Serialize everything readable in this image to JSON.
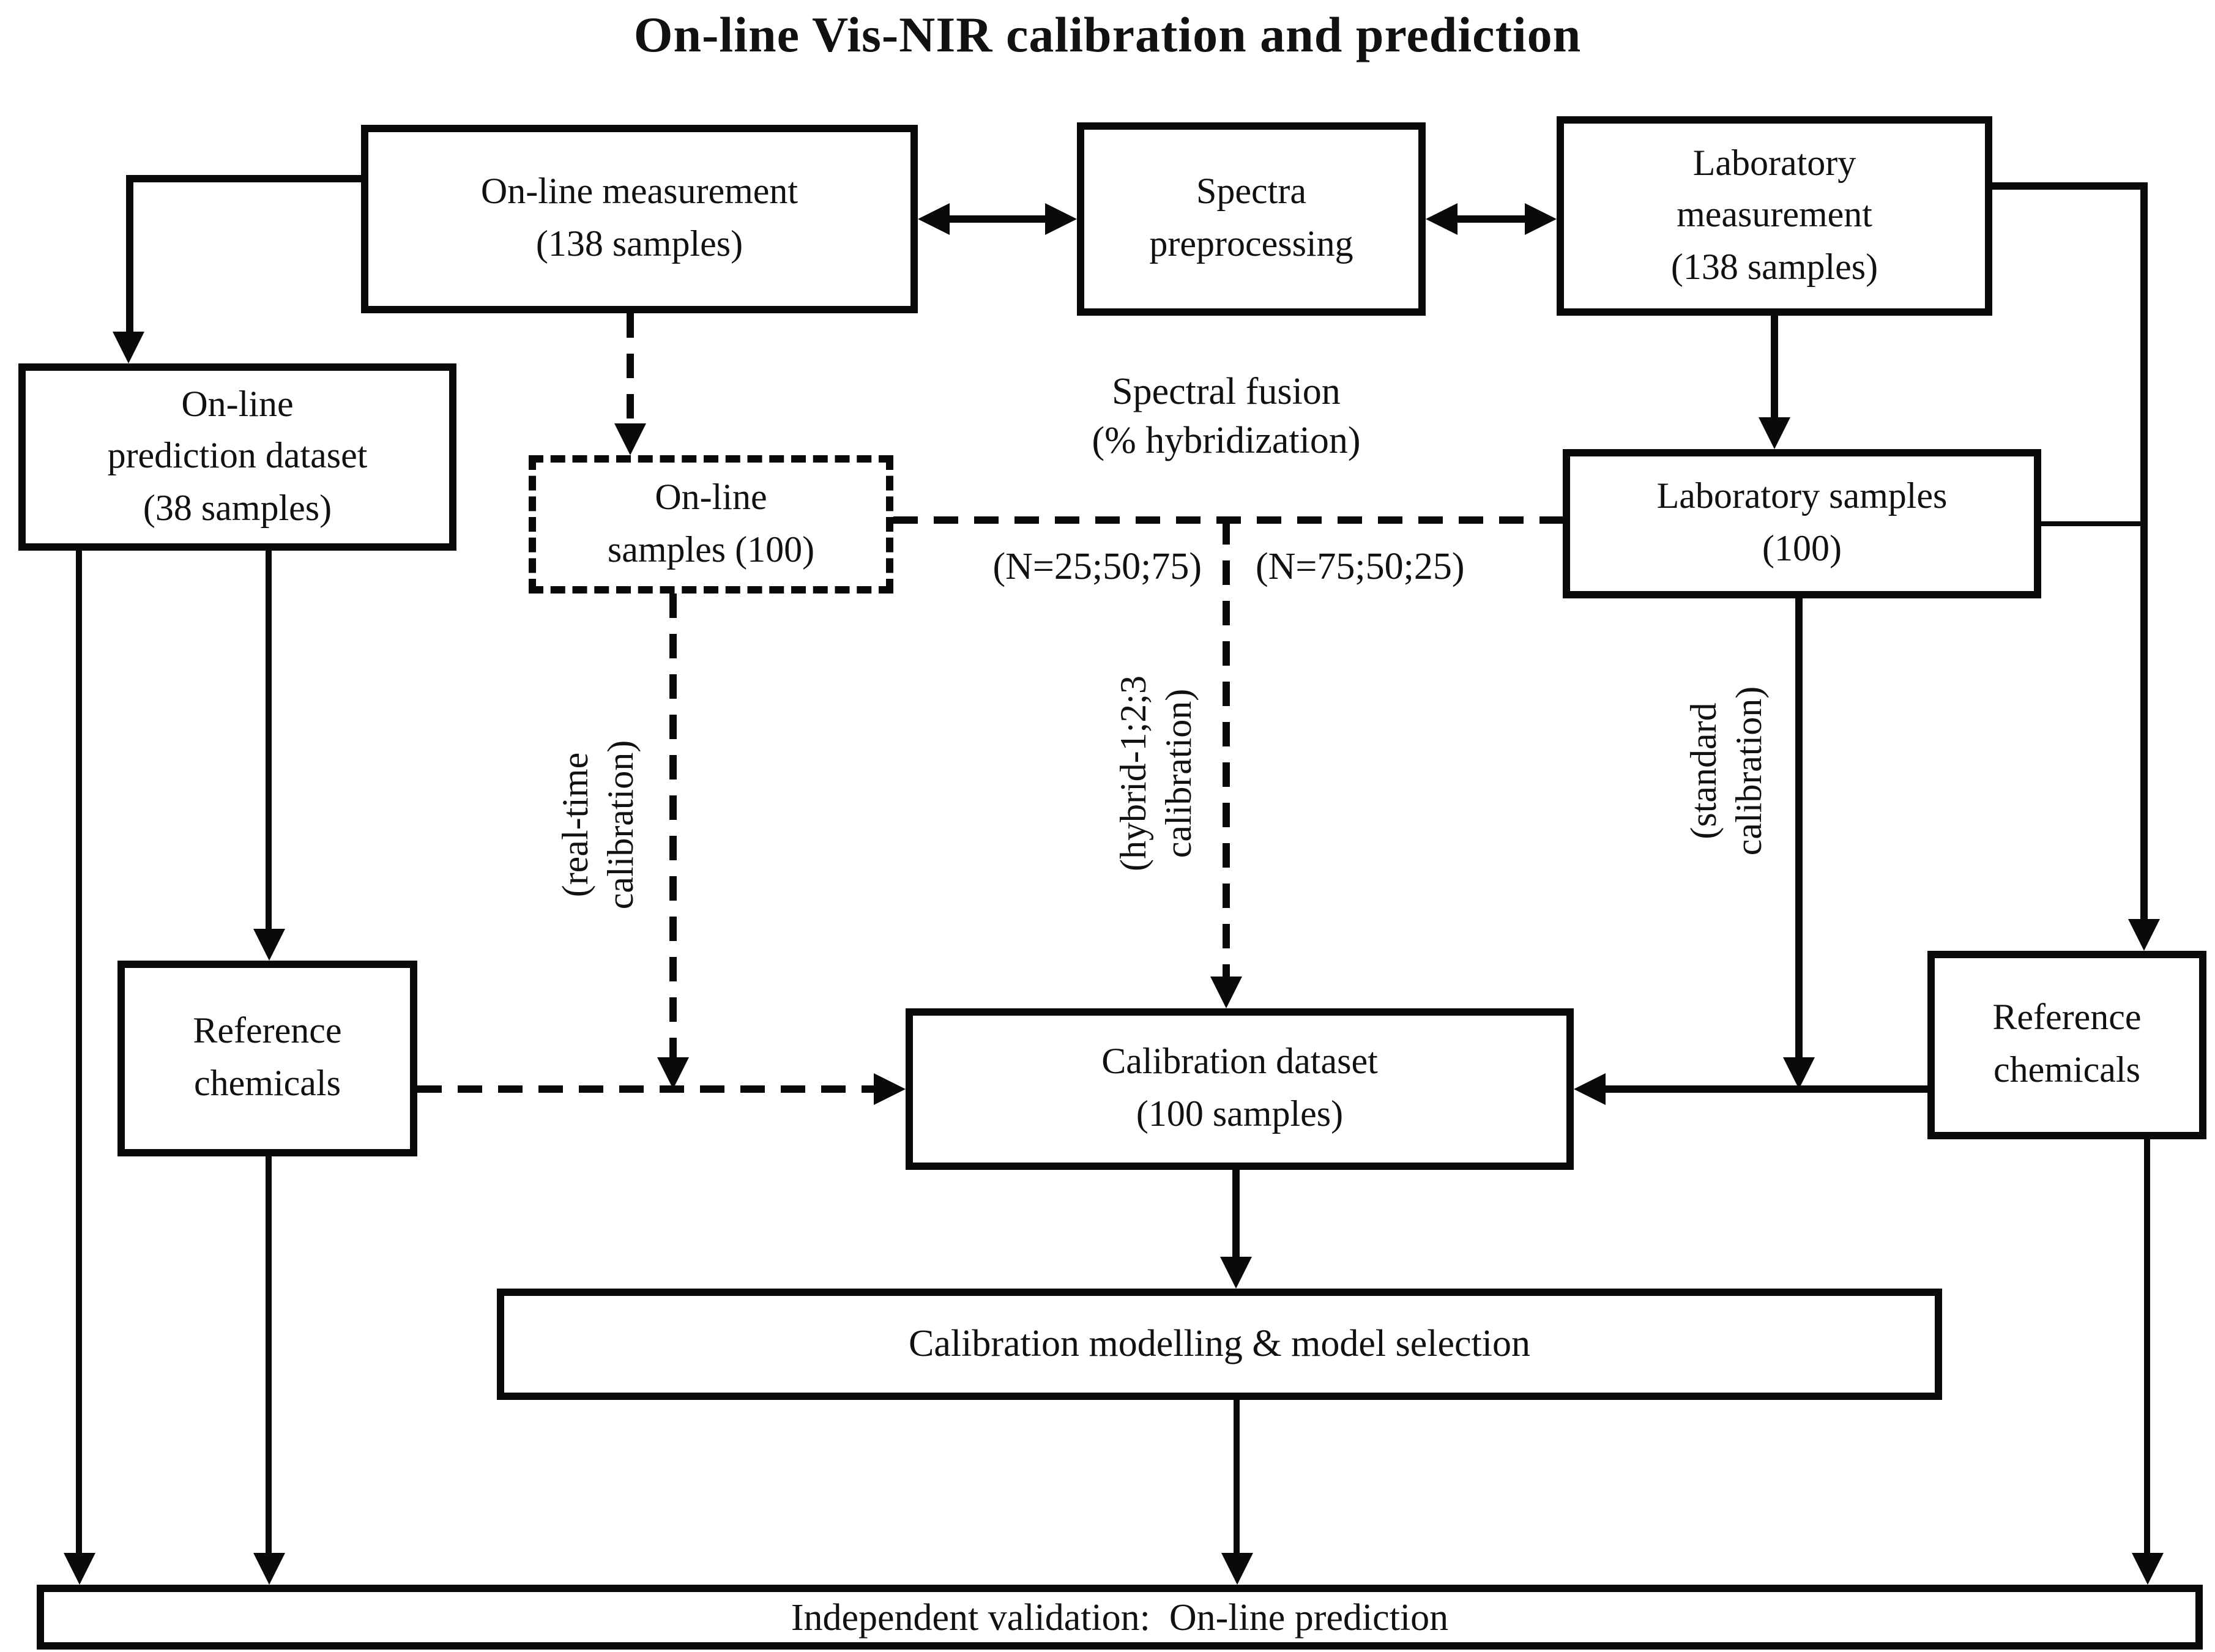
{
  "title": "On-line Vis-NIR calibration and prediction",
  "nodes": {
    "online_measurement": {
      "line1": "On-line measurement",
      "line2": "(138 samples)"
    },
    "spectra_preprocessing": {
      "line1": "Spectra",
      "line2": "preprocessing"
    },
    "laboratory_measurement": {
      "line1": "Laboratory",
      "line2": "measurement",
      "line3": "(138 samples)"
    },
    "online_prediction_dataset": {
      "line1": "On-line",
      "line2": "prediction dataset",
      "line3": "(38 samples)"
    },
    "online_samples": {
      "line1": "On-line",
      "line2": "samples (100)"
    },
    "laboratory_samples": {
      "line1": "Laboratory samples",
      "line2": "(100)"
    },
    "reference_chemicals_left": {
      "line1": "Reference",
      "line2": "chemicals"
    },
    "reference_chemicals_right": {
      "line1": "Reference",
      "line2": "chemicals"
    },
    "calibration_dataset": {
      "line1": "Calibration dataset",
      "line2": "(100 samples)"
    },
    "calibration_modelling": {
      "line1": "Calibration modelling & model selection"
    },
    "independent_validation": {
      "line1": "Independent validation:  On-line prediction"
    }
  },
  "labels": {
    "spectral_fusion": {
      "line1": "Spectral fusion",
      "line2": "(% hybridization)"
    },
    "n_left": "(N=25;50;75)",
    "n_right": "(N=75;50;25)",
    "real_time": {
      "line1": "(real-time",
      "line2": "calibration)"
    },
    "hybrid": {
      "line1": "(hybrid-1;2;3",
      "line2": "calibration)"
    },
    "standard": {
      "line1": "(standard",
      "line2": "calibration)"
    }
  },
  "edges": [
    {
      "from": "online_measurement",
      "to": "online_prediction_dataset",
      "style": "solid-arrow"
    },
    {
      "from": "online_measurement",
      "to": "spectra_preprocessing",
      "style": "solid-double-arrow"
    },
    {
      "from": "spectra_preprocessing",
      "to": "laboratory_measurement",
      "style": "solid-double-arrow"
    },
    {
      "from": "online_measurement",
      "to": "online_samples",
      "style": "dashed-arrow"
    },
    {
      "from": "laboratory_measurement",
      "to": "laboratory_samples",
      "style": "solid-arrow"
    },
    {
      "from": "online_samples",
      "to": "laboratory_samples",
      "style": "dashed-line",
      "label": "Spectral fusion (% hybridization)"
    },
    {
      "from": "spectral_fusion_junction",
      "to": "calibration_dataset",
      "style": "dashed-arrow",
      "label": "(hybrid-1;2;3 calibration)"
    },
    {
      "from": "online_samples",
      "to": "reference_chemicals_left_arrow_shaft",
      "style": "dashed-arrow",
      "label": "(real-time calibration)"
    },
    {
      "from": "laboratory_samples",
      "to": "reference_chemicals_right_arrow_shaft",
      "style": "solid-arrow",
      "label": "(standard calibration)"
    },
    {
      "from": "reference_chemicals_left",
      "to": "calibration_dataset",
      "style": "dashed-arrow"
    },
    {
      "from": "reference_chemicals_right",
      "to": "calibration_dataset",
      "style": "solid-arrow"
    },
    {
      "from": "online_prediction_dataset",
      "to": "reference_chemicals_left",
      "style": "solid-arrow"
    },
    {
      "from": "laboratory_measurement",
      "to": "reference_chemicals_right",
      "style": "solid-arrow"
    },
    {
      "from": "calibration_dataset",
      "to": "calibration_modelling",
      "style": "solid-arrow"
    },
    {
      "from": "calibration_modelling",
      "to": "independent_validation",
      "style": "solid-arrow"
    },
    {
      "from": "online_prediction_dataset",
      "to": "independent_validation",
      "style": "solid-arrow"
    },
    {
      "from": "reference_chemicals_left",
      "to": "independent_validation",
      "style": "solid-arrow"
    },
    {
      "from": "reference_chemicals_right",
      "to": "independent_validation",
      "style": "solid-arrow"
    }
  ],
  "colors": {
    "line": "#0a0a0a",
    "background": "#ffffff",
    "text": "#111111"
  }
}
